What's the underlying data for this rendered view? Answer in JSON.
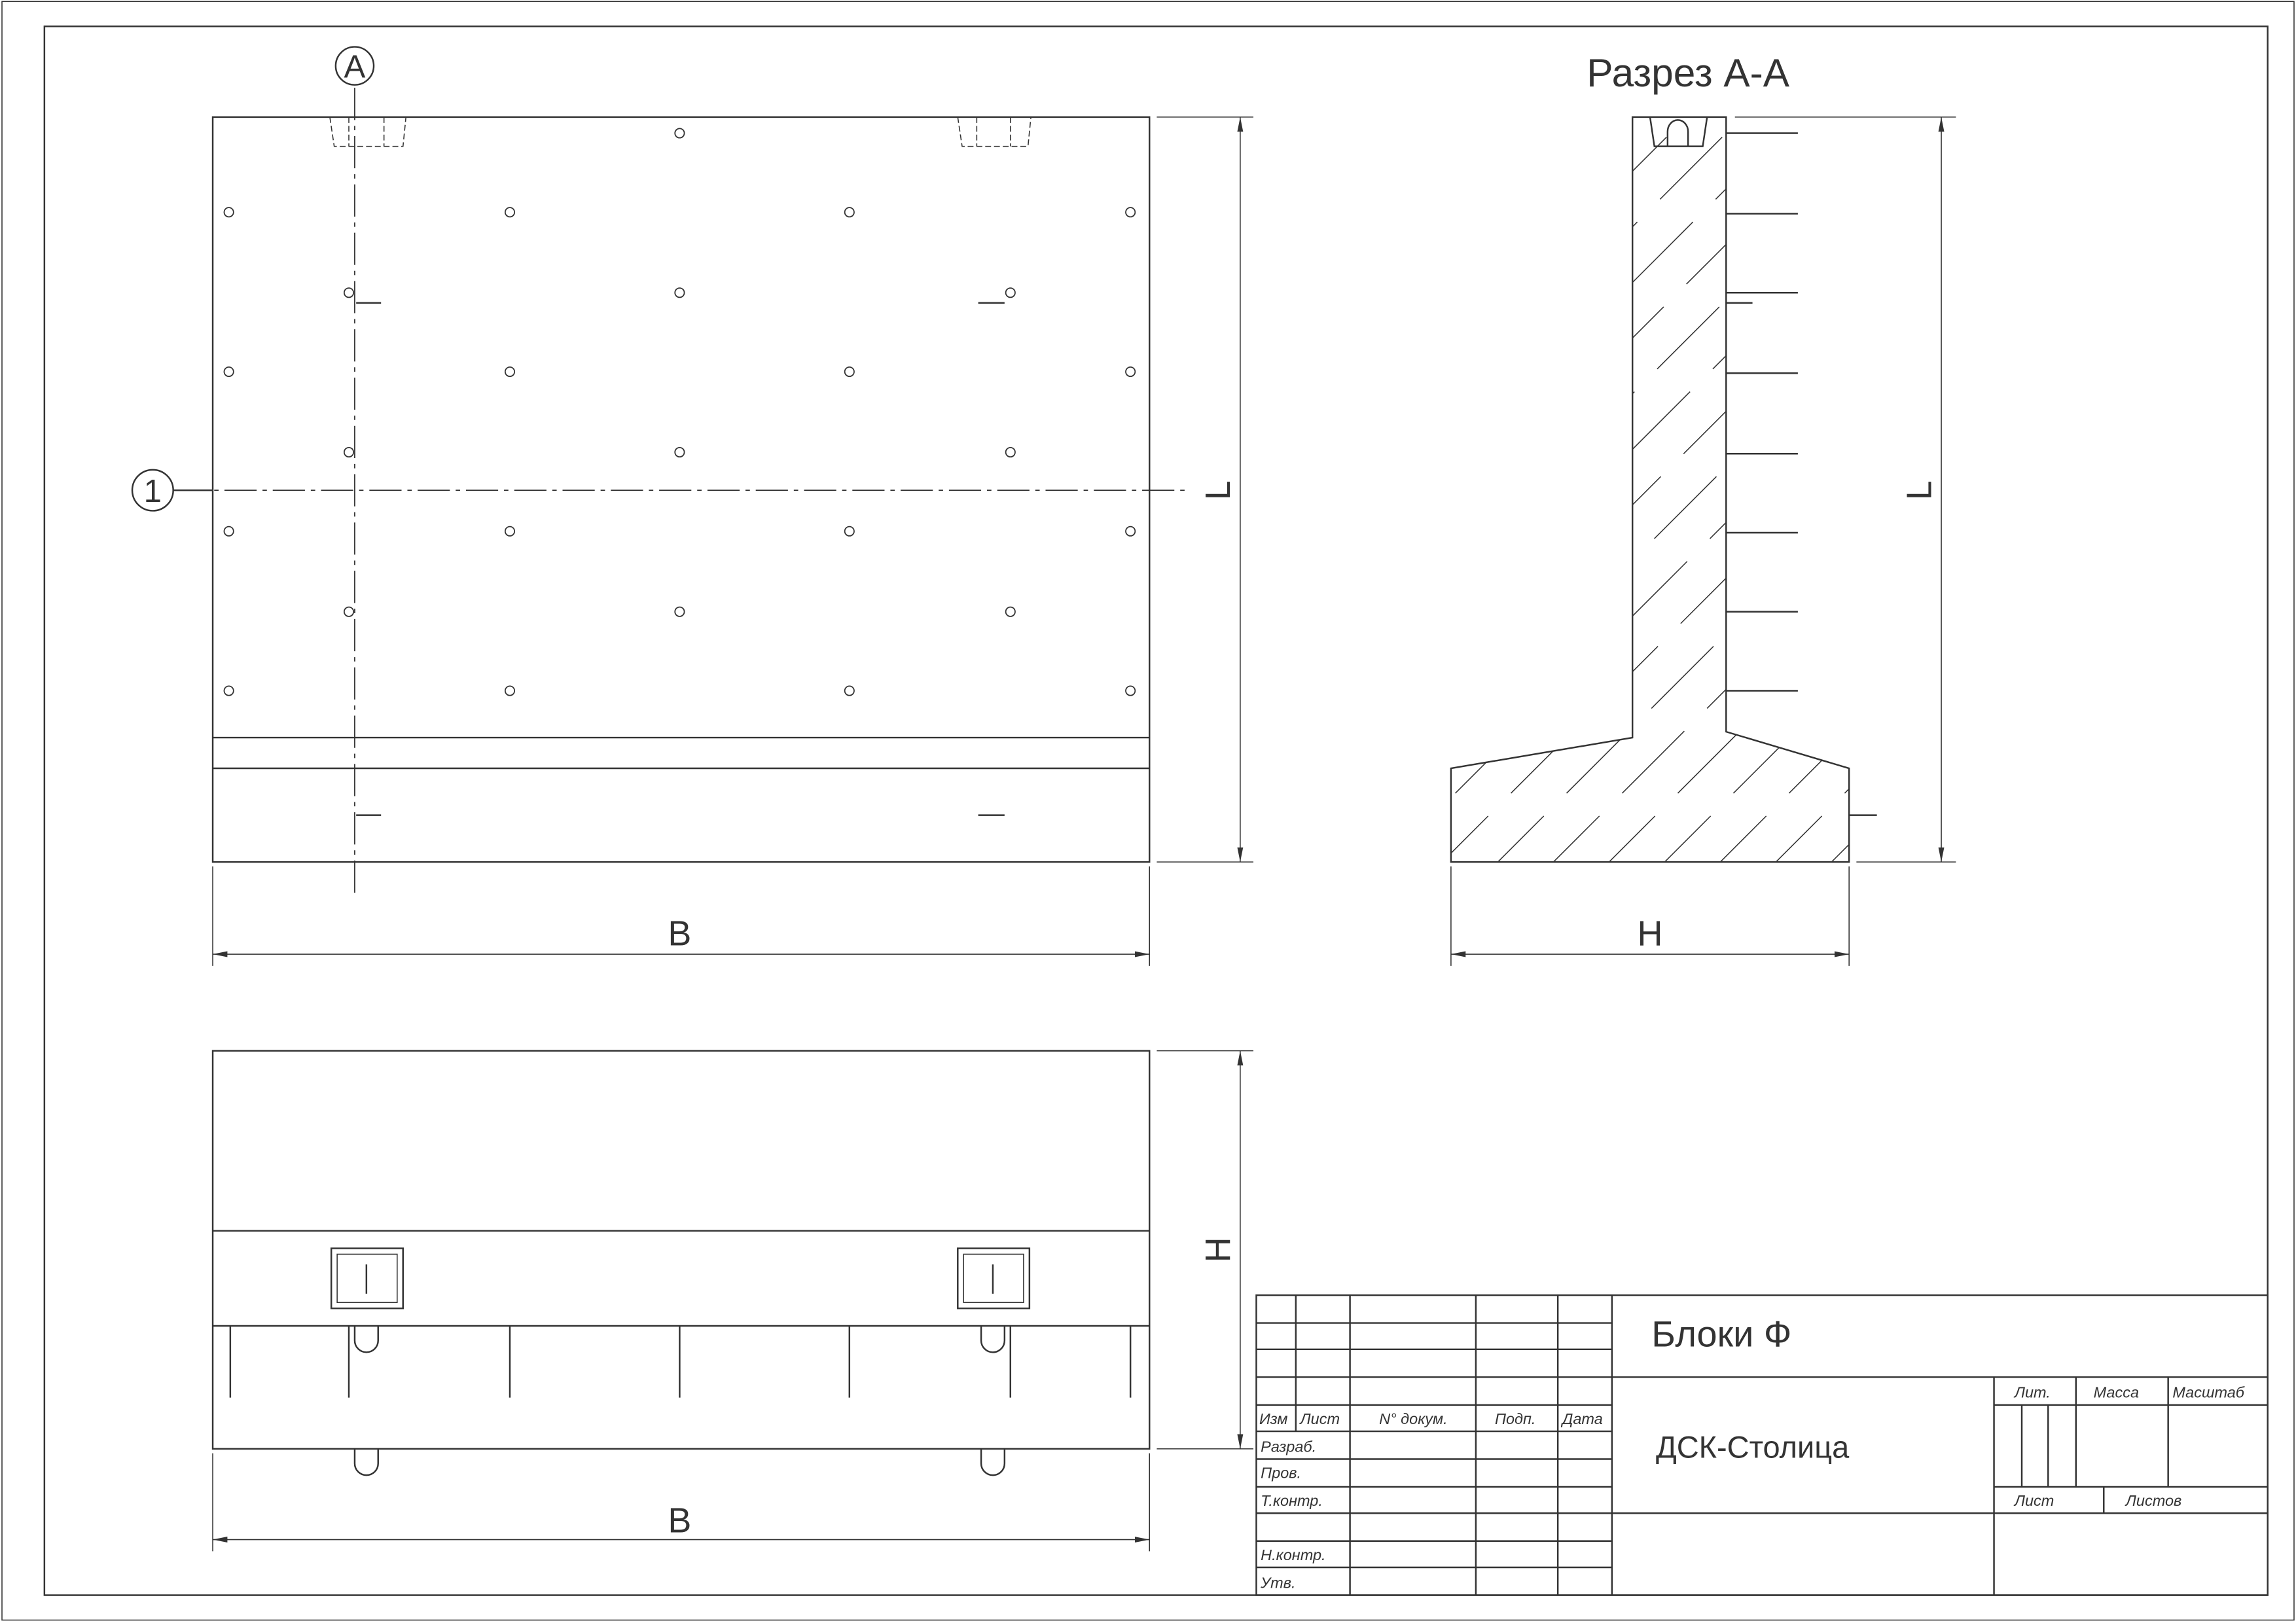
{
  "section_title": "Разрез А-А",
  "markers": {
    "section_letter": "А",
    "axis_number": "1"
  },
  "dimensions": {
    "front_length": "L",
    "front_width": "B",
    "section_length": "L",
    "section_height": "H",
    "plan_height": "H",
    "plan_width": "B"
  },
  "title_block": {
    "drawing_name": "Блоки Ф",
    "organization": "ДСК-Столица",
    "headers": {
      "izm": "Изм",
      "list": "Лист",
      "doc_no": "N° докум.",
      "sign": "Подп.",
      "date": "Дата"
    },
    "roles": {
      "developer": "Разраб.",
      "checker": "Пров.",
      "tech_control": "Т.контр.",
      "norm_control": "Н.контр.",
      "approved": "Утв."
    },
    "right": {
      "lit": "Лит.",
      "mass": "Масса",
      "scale": "Масштаб",
      "sheet": "Лист",
      "sheets": "Листов"
    }
  }
}
